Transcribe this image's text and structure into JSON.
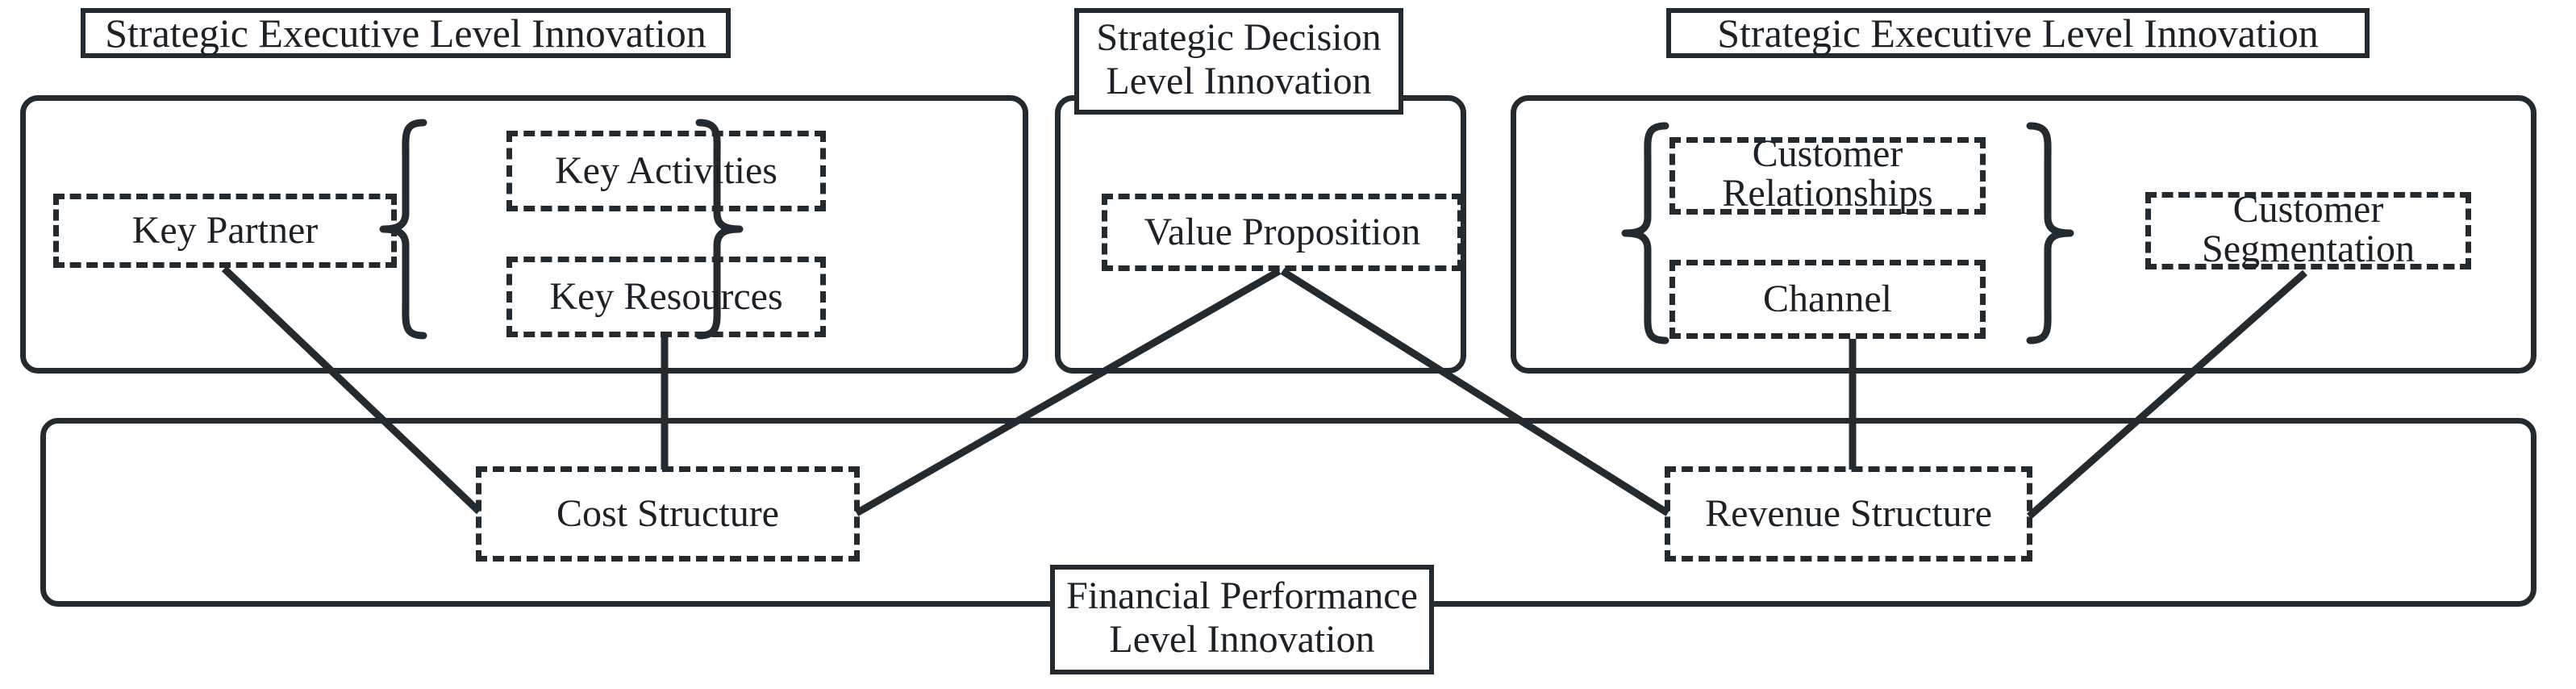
{
  "diagram": {
    "title": "Business Model Canvas Innovation Levels",
    "stroke_color": "#232b31",
    "background": "#ffffff"
  },
  "panels": [
    {
      "key": "left",
      "title": "Strategic Executive Level Innovation",
      "blocks": [
        "Key Partner",
        "Key Activities",
        "Key Resources"
      ]
    },
    {
      "key": "center",
      "title": "Strategic Decision\nLevel Innovation",
      "title_line1": "Strategic Decision",
      "title_line2": "Level Innovation",
      "blocks": [
        "Value Proposition"
      ]
    },
    {
      "key": "right",
      "title": "Strategic Executive Level Innovation",
      "blocks": [
        "Customer Relationships",
        "Channel",
        "Customer Segmentation"
      ]
    },
    {
      "key": "bottom",
      "title": "Financial Performance\nLevel Innovation",
      "title_line1": "Financial Performance",
      "title_line2": "Level Innovation",
      "blocks": [
        "Cost Structure",
        "Revenue Structure"
      ]
    }
  ],
  "labels": {
    "left_title": "Strategic Executive Level Innovation",
    "center_title_l1": "Strategic Decision",
    "center_title_l2": "Level Innovation",
    "right_title": "Strategic Executive Level Innovation",
    "bottom_title_l1": "Financial Performance",
    "bottom_title_l2": "Level Innovation",
    "key_partner": "Key Partner",
    "key_activities": "Key Activities",
    "key_resources": "Key Resources",
    "value_proposition": "Value Proposition",
    "customer_relationships_l1": "Customer",
    "customer_relationships_l2": "Relationships",
    "channel": "Channel",
    "customer_segmentation_l1": "Customer",
    "customer_segmentation_l2": "Segmentation",
    "cost_structure": "Cost Structure",
    "revenue_structure": "Revenue Structure"
  },
  "connections": [
    {
      "from": "Key Partner",
      "to": "Cost Structure",
      "type": "diagonal"
    },
    {
      "from": "Key Resources",
      "to": "Cost Structure",
      "type": "vertical"
    },
    {
      "from": "Value Proposition",
      "to": "Cost Structure",
      "type": "diagonal"
    },
    {
      "from": "Value Proposition",
      "to": "Revenue Structure",
      "type": "diagonal"
    },
    {
      "from": "Channel",
      "to": "Revenue Structure",
      "type": "vertical"
    },
    {
      "from": "Customer Segmentation",
      "to": "Revenue Structure",
      "type": "diagonal"
    }
  ]
}
